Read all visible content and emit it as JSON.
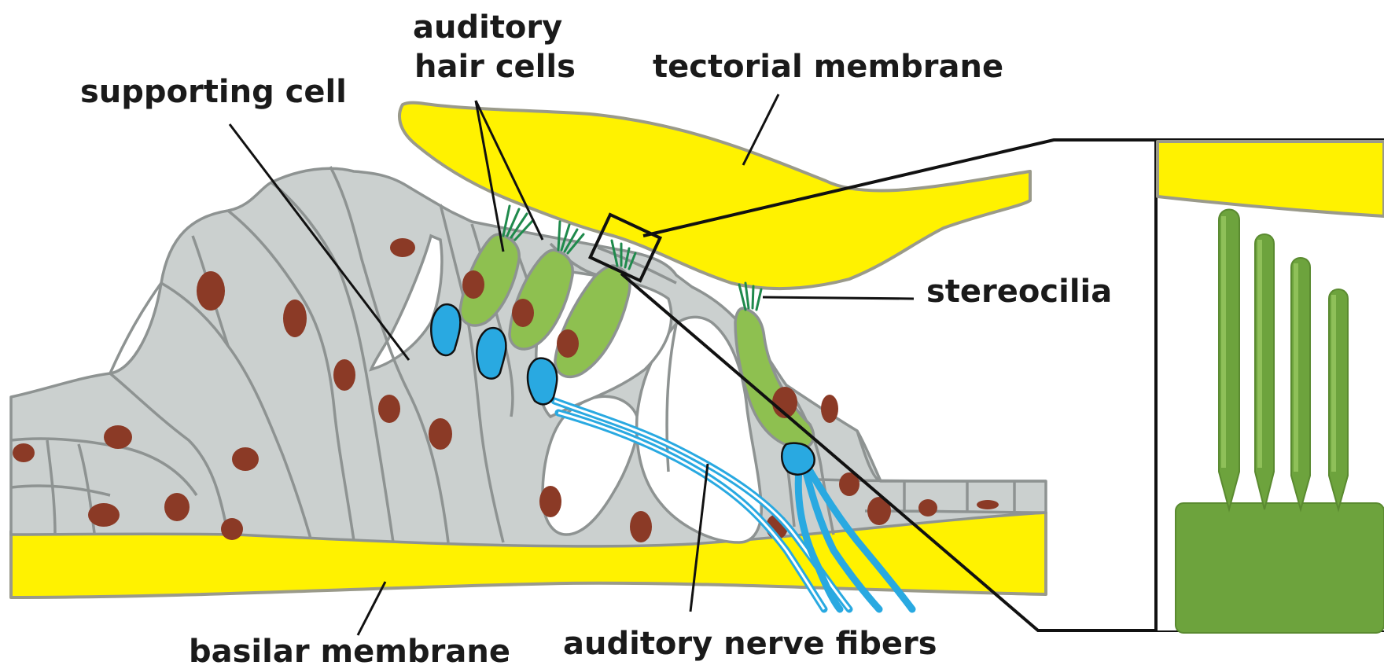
{
  "labels": {
    "supporting_cell": "supporting cell",
    "auditory_hair_cells_line1": "auditory",
    "auditory_hair_cells_line2": "hair cells",
    "tectorial_membrane": "tectorial membrane",
    "stereocilia": "stereocilia",
    "basilar_membrane": "basilar membrane",
    "auditory_nerve_fibers": "auditory nerve fibers"
  },
  "colors": {
    "membrane": "#fff200",
    "supporting_tissue": "#cbd0cf",
    "nucleus": "#8b3a26",
    "hair_cell": "#8ec050",
    "nerve_fiber": "#29a9e1",
    "stereocilia": "#6da33d"
  }
}
